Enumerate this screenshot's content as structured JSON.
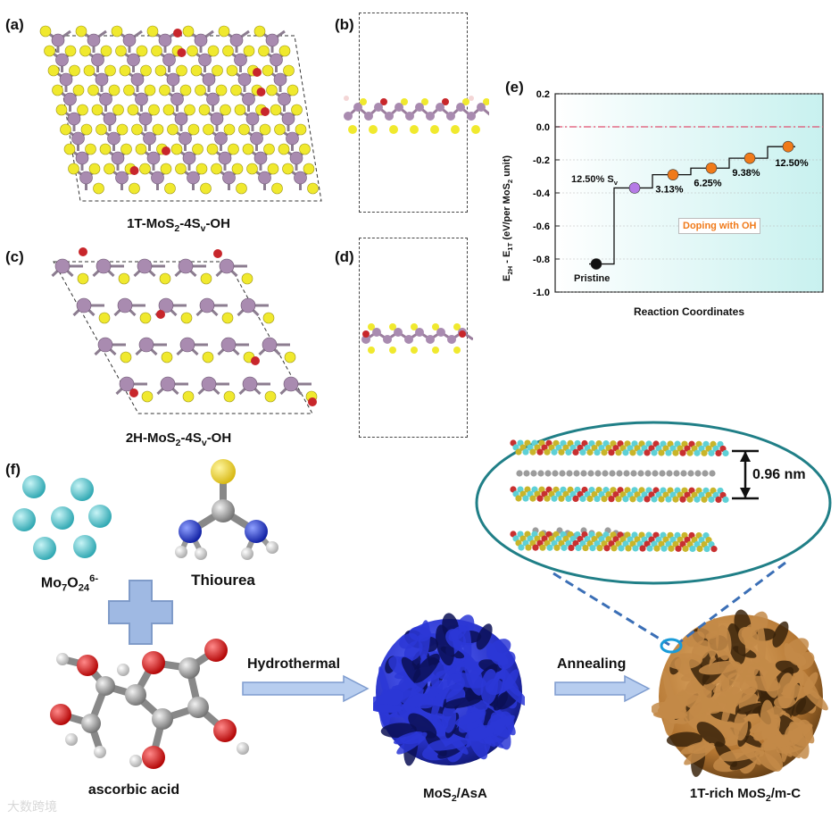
{
  "panels": {
    "a": {
      "label": "(a)",
      "caption_main": "1T-MoS",
      "caption_sub1": "2",
      "caption_mid": "-4S",
      "caption_sub2": "v",
      "caption_end": "-OH"
    },
    "b": {
      "label": "(b)"
    },
    "c": {
      "label": "(c)",
      "caption_main": "2H-MoS",
      "caption_sub1": "2",
      "caption_mid": "-4S",
      "caption_sub2": "v",
      "caption_end": "-OH"
    },
    "d": {
      "label": "(d)"
    },
    "e": {
      "label": "(e)"
    },
    "f": {
      "label": "(f)"
    }
  },
  "chart_data": {
    "type": "line",
    "xlabel": "Reaction Coordinates",
    "ylabel_parts": {
      "a": "E",
      "a_sub": "2H",
      "b": " - E",
      "b_sub": "1T",
      "c": " (eV/per MoS",
      "c_sub": "2",
      "d": " unit)"
    },
    "ylim": [
      -1.0,
      0.2
    ],
    "yticks": [
      "0.2",
      "0.0",
      "-0.2",
      "-0.4",
      "-0.6",
      "-0.8",
      "-1.0"
    ],
    "points": [
      {
        "label": "Pristine",
        "value": -0.83,
        "color": "#111111"
      },
      {
        "label": "12.50% Sv",
        "value": -0.37,
        "color": "#b57be6"
      },
      {
        "label": "3.13%",
        "value": -0.29,
        "color": "#f07a1a"
      },
      {
        "label": "6.25%",
        "value": -0.25,
        "color": "#f07a1a"
      },
      {
        "label": "9.38%",
        "value": -0.19,
        "color": "#f07a1a"
      },
      {
        "label": "12.50%",
        "value": -0.12,
        "color": "#f07a1a"
      }
    ],
    "reference_line": 0.0,
    "annotation": "Doping with OH",
    "pristine_label": "Pristine",
    "sv_label_main": "12.50% S",
    "sv_label_sub": "v"
  },
  "schematic": {
    "molybdate": {
      "main": "Mo",
      "s1": "7",
      "mid": "O",
      "s2": "24",
      "sup": "6-"
    },
    "thiourea": "Thiourea",
    "ascorbic": "ascorbic acid",
    "step1": "Hydrothermal",
    "step2": "Annealing",
    "product1": {
      "main": "MoS",
      "sub": "2",
      "end": "/AsA"
    },
    "product2": {
      "main": "1T-rich MoS",
      "sub": "2",
      "end": "/m-C"
    },
    "spacing": "0.96 nm"
  },
  "watermark": "大数跨境",
  "colors": {
    "mo": "#a98bb0",
    "s": "#f0e92e",
    "o": "#c8262b",
    "h": "#e8e8e8",
    "c": "#8a8a8a",
    "n": "#1c2fbf",
    "blue_ball": "#2f3fd0",
    "brown_ball": "#b8793a",
    "arrow": "#a7c1e8",
    "teal": "#5ed0d6"
  }
}
